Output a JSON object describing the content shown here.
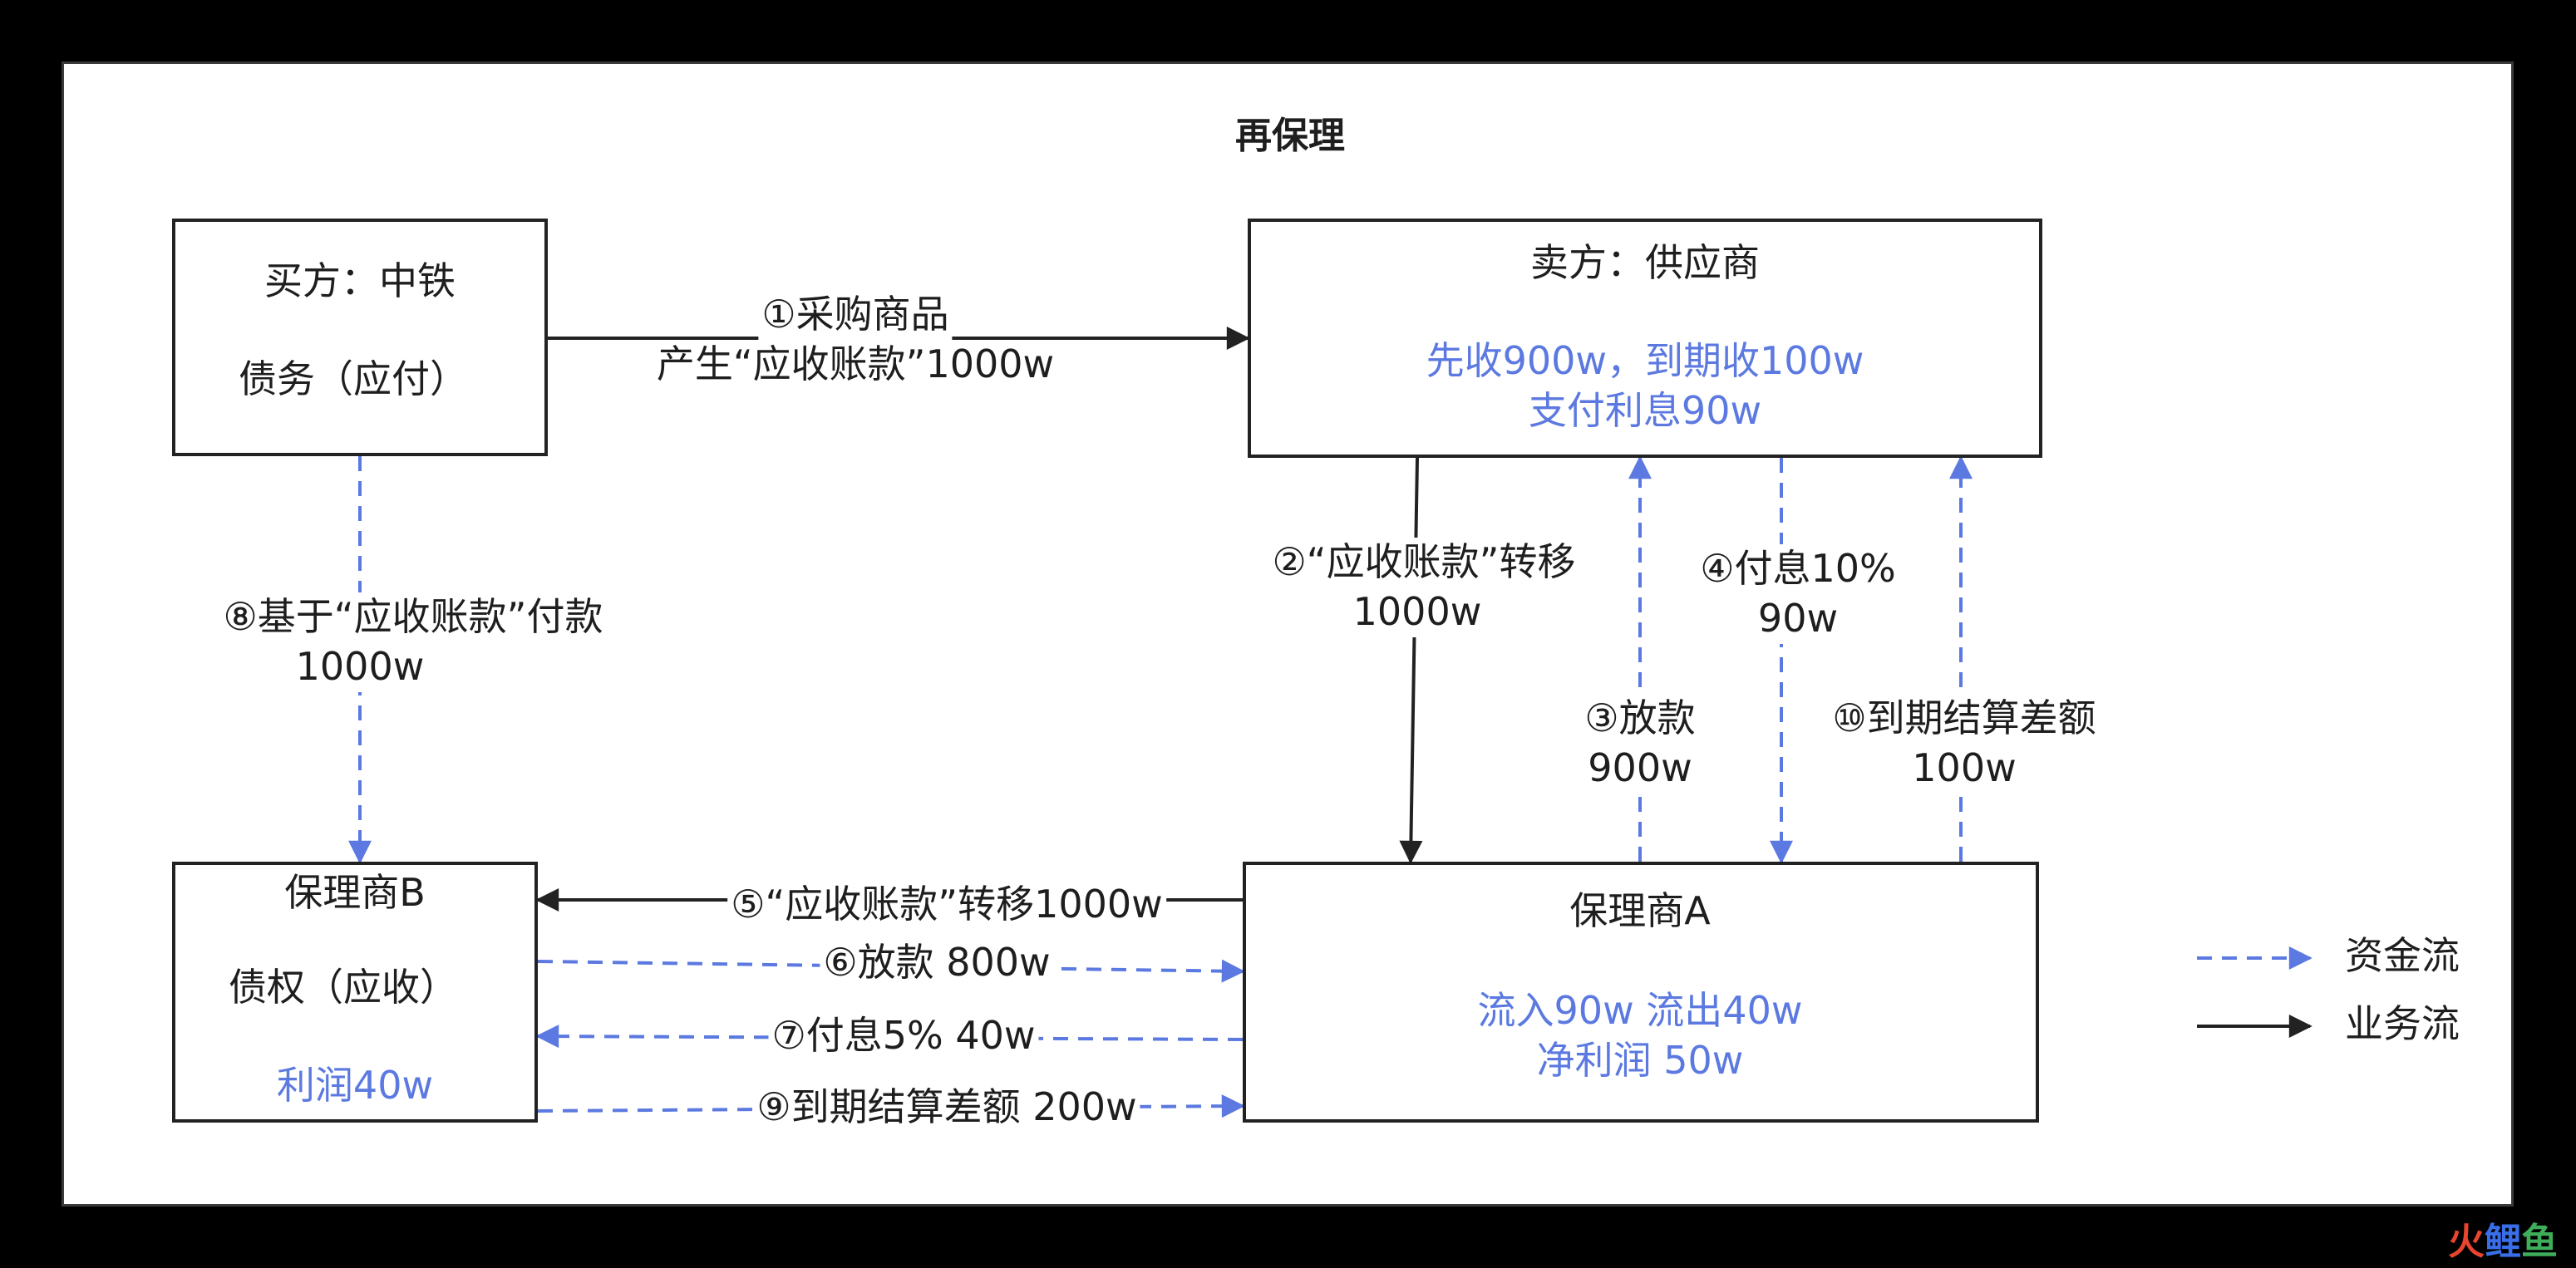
{
  "title": "再保理",
  "colors": {
    "capital_flow": "#5b79e0",
    "business_flow": "#222222",
    "background": "#ffffff",
    "frame": "#000000"
  },
  "nodes": {
    "buyer": {
      "line1": "买方：中铁",
      "line2": "债务（应付）"
    },
    "supplier": {
      "line1": "卖方：供应商",
      "blue1": "先收900w，到期收100w",
      "blue2": "支付利息90w"
    },
    "factor_b": {
      "line1": "保理商B",
      "line2": "债权（应收）",
      "blue1": "利润40w"
    },
    "factor_a": {
      "line1": "保理商A",
      "blue1": "流入90w  流出40w",
      "blue2": "净利润 50w"
    }
  },
  "edges": {
    "e1": {
      "line1": "①采购商品",
      "line2": "产生“应收账款”1000w"
    },
    "e2": {
      "line1": "②“应收账款”转移",
      "line2": "1000w"
    },
    "e3": {
      "line1": "③放款",
      "line2": "900w"
    },
    "e4": {
      "line1": "④付息10%",
      "line2": "90w"
    },
    "e5": {
      "line1": "⑤“应收账款”转移1000w"
    },
    "e6": {
      "line1": "⑥放款 800w"
    },
    "e7": {
      "line1": "⑦付息5% 40w"
    },
    "e8": {
      "line1": "⑧基于“应收账款”付款",
      "line2": "1000w"
    },
    "e9": {
      "line1": "⑨到期结算差额 200w"
    },
    "e10": {
      "line1": "⑩到期结算差额",
      "line2": "100w"
    }
  },
  "legend": {
    "capital": "资金流",
    "business": "业务流"
  },
  "watermark": {
    "part1": "火",
    "part2": "鲤",
    "part3": "鱼"
  }
}
